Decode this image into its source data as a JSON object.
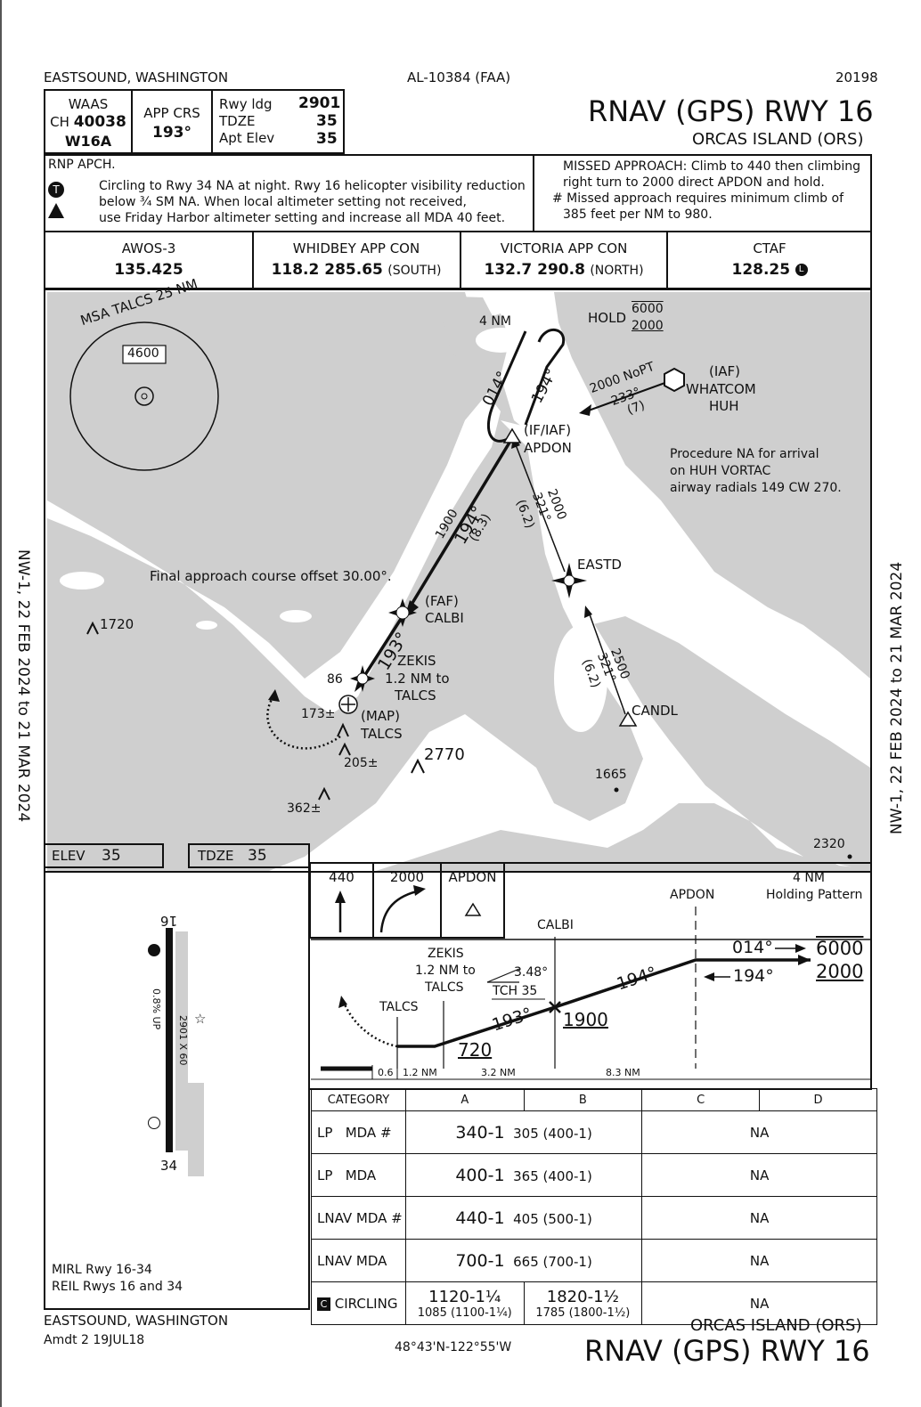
{
  "header": {
    "city": "EASTSOUND, WASHINGTON",
    "chart_id": "AL-10384 (FAA)",
    "chart_number": "20198",
    "title": "RNAV (GPS) RWY 16",
    "airport": "ORCAS ISLAND (ORS)"
  },
  "briefing": {
    "waas": "WAAS",
    "ch_prefix": "CH",
    "ch": "40038",
    "waas_id": "W16A",
    "app_crs_label": "APP CRS",
    "app_crs": "193°",
    "rwy_ldg_label": "Rwy ldg",
    "rwy_ldg": "2901",
    "tdze_label": "TDZE",
    "tdze": "35",
    "apt_elev_label": "Apt Elev",
    "apt_elev": "35"
  },
  "notes": {
    "rnp": "RNP APCH.",
    "line1": "Circling to Rwy 34 NA at night.  Rwy 16 helicopter visibility reduction",
    "line2": "below ¾ SM NA.  When local altimeter setting not received,",
    "line3": "use Friday Harbor altimeter setting and increase all MDA 40 feet.",
    "missed1": "MISSED APPROACH: Climb to 440 then climbing",
    "missed2": "right turn to 2000 direct APDON and hold.",
    "missed3": "# Missed approach requires minimum climb of",
    "missed4": "385 feet per NM to 980."
  },
  "comms": [
    {
      "name": "AWOS-3",
      "freq": "135.425",
      "extra": ""
    },
    {
      "name": "WHIDBEY APP CON",
      "freq": "118.2  285.65",
      "extra": "(SOUTH)"
    },
    {
      "name": "VICTORIA APP CON",
      "freq": "132.7  290.8",
      "extra": "(NORTH)"
    },
    {
      "name": "CTAF",
      "freq": "128.25",
      "extra": "L"
    }
  ],
  "plan": {
    "msa": "MSA TALCS 25 NM",
    "msa_alt": "4600",
    "hold_label": "HOLD",
    "hold_top": "6000",
    "hold_bot": "2000",
    "hold_dist": "4 NM",
    "crs_014": "014°",
    "crs_194": "194°",
    "whatcom_iaf": "(IAF)",
    "whatcom": "WHATCOM",
    "whatcom_id": "HUH",
    "nopt": "2000 NoPT",
    "nopt_crs": "233°",
    "nopt_dist": "(7)",
    "apdon_type": "(IF/IAF)",
    "apdon": "APDON",
    "na_note1": "Procedure NA for arrival",
    "na_note2": "on HUH VORTAC",
    "na_note3": "airway radials 149 CW 270.",
    "leg1_alt": "1900",
    "leg1_crs": "194°",
    "leg1_dist": "(8.3)",
    "leg2_alt": "2000",
    "leg2_crs": "321°",
    "leg2_dist": "(6.2)",
    "eastd": "EASTD",
    "leg3_alt": "2500",
    "leg3_crs": "321°",
    "leg3_dist": "(6.2)",
    "candl": "CANDL",
    "offset_note": "Final approach course offset 30.00°.",
    "calbi_type": "(FAF)",
    "calbi": "CALBI",
    "final_crs": "193°",
    "zekis": "ZEKIS",
    "zekis_d1": "1.2 NM to",
    "zekis_d2": "TALCS",
    "obst86": "86",
    "obst173": "173±",
    "map_type": "(MAP)",
    "talcs": "TALCS",
    "obst205": "205±",
    "obst2770": "2770",
    "obst362": "362±",
    "obst1720": "1720",
    "spot1665": "1665",
    "spot2320": "2320"
  },
  "side_left": "NW-1,  22 FEB 2024  to  21 MAR 2024",
  "side_right": "NW-1,  22 FEB 2024  to  21 MAR 2024",
  "airport_diag": {
    "elev_label": "ELEV",
    "elev": "35",
    "tdze_label": "TDZE",
    "tdze": "35",
    "rwy_top": "16",
    "rwy_bot": "34",
    "slope": "0.8% UP",
    "dims": "2901 X 60",
    "mirl": "MIRL Rwy 16-34",
    "reil": "REIL Rwys 16 and 34"
  },
  "profile": {
    "icon1": "440",
    "icon2": "2000",
    "icon3": "APDON",
    "apdon": "APDON",
    "hold1": "4 NM",
    "hold2": "Holding Pattern",
    "calbi": "CALBI",
    "zekis1": "ZEKIS",
    "zekis2": "1.2 NM to",
    "zekis3": "TALCS",
    "gs": "3.48°",
    "tch": "TCH 35",
    "talcs": "TALCS",
    "crs193": "193°",
    "crs194": "194°",
    "crs014": "014°",
    "crs194b": "194°",
    "alt6000": "6000",
    "alt2000": "2000",
    "alt1900": "1900",
    "alt720": "720",
    "d1": "0.6",
    "d2": "1.2 NM",
    "d3": "3.2 NM",
    "d4": "8.3 NM"
  },
  "minimums": {
    "headers": [
      "CATEGORY",
      "A",
      "B",
      "C",
      "D"
    ],
    "rows": [
      {
        "cat": "LP   MDA #",
        "ab_main": "340-1",
        "ab_sub": "305 (400-1)",
        "cd": "NA"
      },
      {
        "cat": "LP   MDA",
        "ab_main": "400-1",
        "ab_sub": "365 (400-1)",
        "cd": "NA"
      },
      {
        "cat": "LNAV MDA #",
        "ab_main": "440-1",
        "ab_sub": "405 (500-1)",
        "cd": "NA"
      },
      {
        "cat": "LNAV MDA",
        "ab_main": "700-1",
        "ab_sub": "665 (700-1)",
        "cd": "NA"
      }
    ],
    "circling": {
      "cat": "CIRCLING",
      "a_main": "1120-1¼",
      "a_sub": "1085 (1100-1¼)",
      "b_main": "1820-1½",
      "b_sub": "1785 (1800-1½)",
      "cd": "NA"
    }
  },
  "footer": {
    "city": "EASTSOUND, WASHINGTON",
    "amdt": "Amdt 2  19JUL18",
    "coords": "48°43'N-122°55'W",
    "airport": "ORCAS ISLAND (ORS)",
    "title": "RNAV (GPS) RWY 16"
  }
}
